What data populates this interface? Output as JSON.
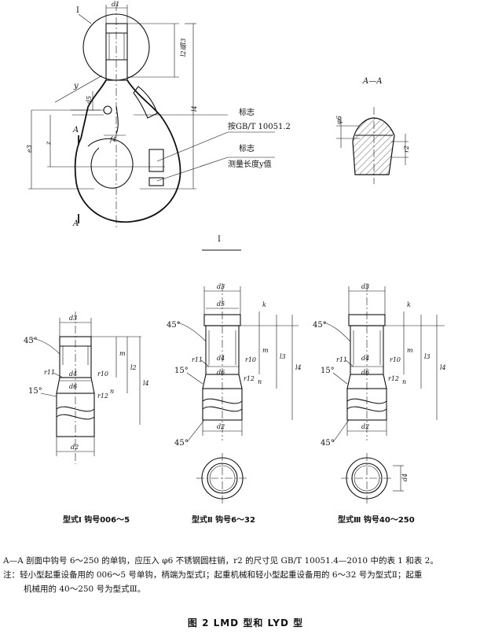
{
  "main_view": {
    "detail_ref": "I",
    "labels": {
      "d1": "d1",
      "l2_or_l3": "l2或l3",
      "l4": "l4",
      "y": "y",
      "d5": "d5",
      "e3": "e3",
      "z": "z",
      "f4": "f4",
      "A_top": "A",
      "A_bottom": "A"
    },
    "callouts": [
      {
        "title": "标志",
        "subtitle": "按GB/T 10051.2"
      },
      {
        "title": "标志",
        "subtitle": "测量长度y值"
      }
    ]
  },
  "section": {
    "title": "A—A",
    "phi6": "φ6",
    "r2": "r2"
  },
  "detail_title": "I",
  "variants": [
    {
      "caption": "型式Ⅰ  钩号006～5",
      "labels": {
        "d3": "d3",
        "angle45": "45°",
        "m": "m",
        "r11": "r11",
        "d4": "d4",
        "r10": "r10",
        "l2": "l2",
        "l4": "l4",
        "d6": "d6",
        "angle15": "15°",
        "n": "n",
        "r12": "r12",
        "d2": "d2"
      }
    },
    {
      "caption": "型式Ⅱ  钩号6～32",
      "labels": {
        "d3": "d3",
        "d5": "d5",
        "k": "k",
        "angle45": "45°",
        "m": "m",
        "l3": "l3",
        "l4": "l4",
        "r11": "r11",
        "d4": "d4",
        "r10": "r10",
        "d6": "d6",
        "angle15": "15°",
        "n": "n",
        "r12": "r12",
        "angle45b": "45°",
        "d2": "d2"
      }
    },
    {
      "caption": "型式Ⅲ  钩号40～250",
      "labels": {
        "d3": "d3",
        "k": "k",
        "angle45": "45°",
        "m": "m",
        "l3": "l3",
        "l4": "l4",
        "r11": "r11",
        "d4": "d4",
        "r10": "r10",
        "d6": "d6",
        "angle15": "15°",
        "n": "n",
        "r12": "r12",
        "angle45b": "45°",
        "d2": "d2",
        "d4b": "d4"
      }
    }
  ],
  "notes": {
    "line1": "A—A 剖面中钩号 6～250 的单钩，应压入 φ6 不锈钢圆柱销，r2 的尺寸见 GB/T 10051.4—2010 中的表 1 和表 2。",
    "line2": "注：轻小型起重设备用的 006～5 号单钩，柄端为型式Ⅰ；起重机械和轻小型起重设备用的 6～32 号为型式Ⅱ；起重",
    "line3": "机械用的 40～250 号为型式Ⅲ。"
  },
  "figure_title": "图 2   LMD 型和 LYD 型"
}
